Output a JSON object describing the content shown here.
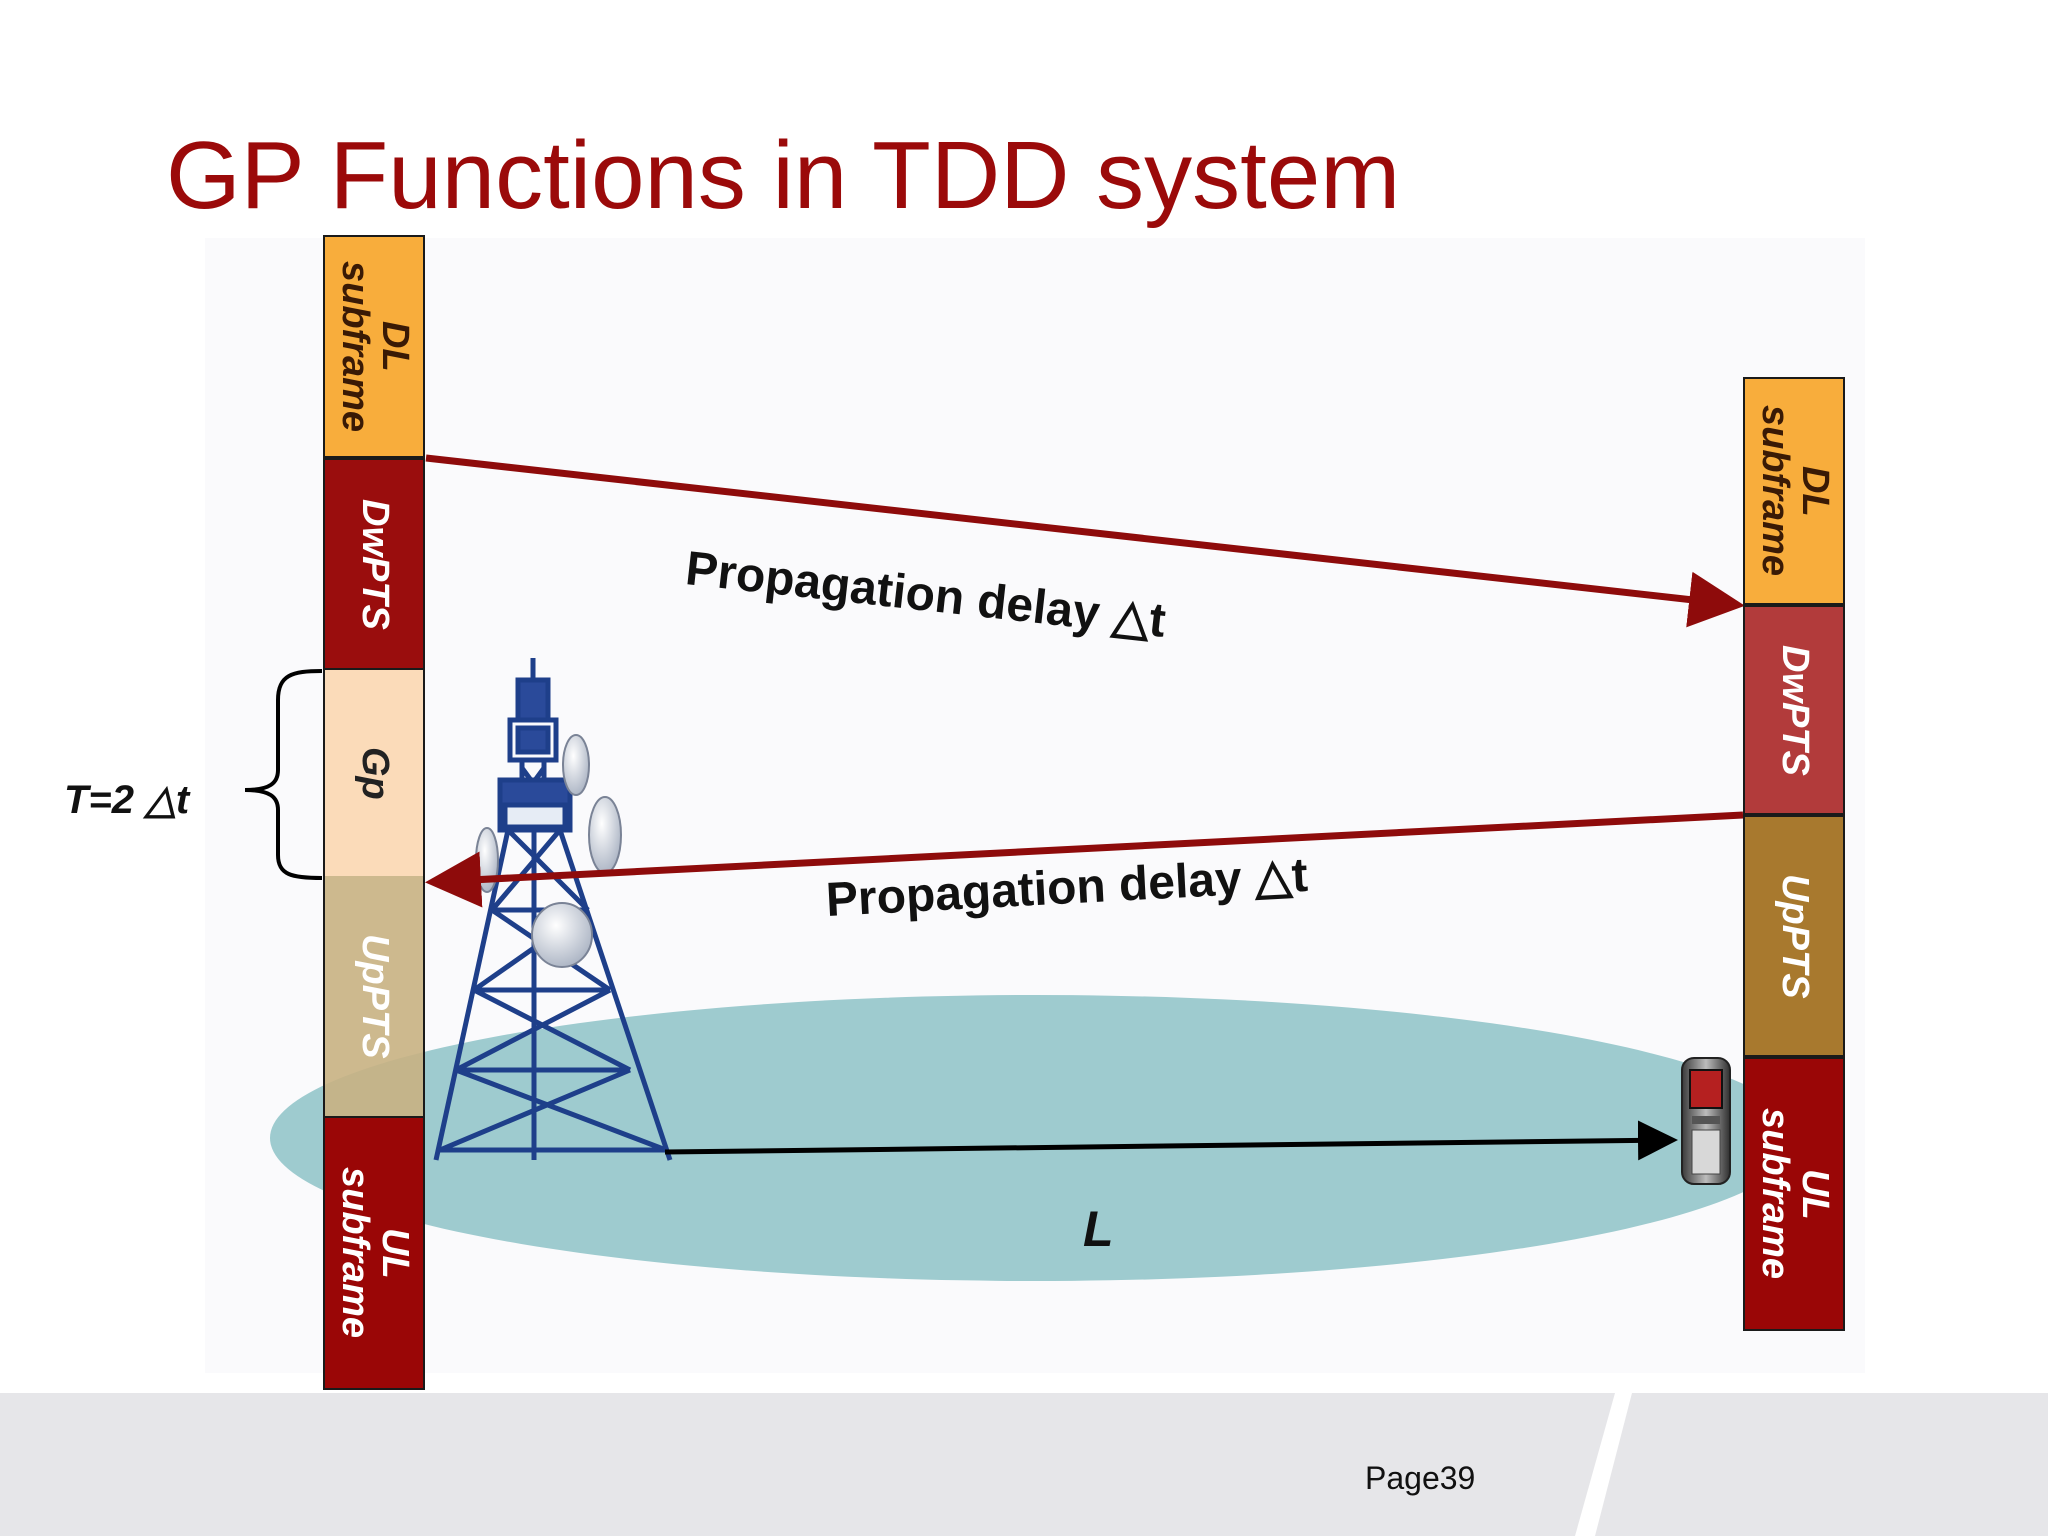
{
  "title": "GP Functions in TDD system",
  "left_frame": {
    "dl": "DL\nsubframe",
    "dwpts": "DwPTS",
    "gp": "Gp",
    "uppts": "UpPTS",
    "ul": "UL\nsubframe"
  },
  "right_frame": {
    "dl": "DL\nsubframe",
    "dwpts": "DwPTS",
    "uppts": "UpPTS",
    "ul": "UL\nsubframe"
  },
  "labels": {
    "downlink_delay": "Propagation delay △t",
    "uplink_delay": "Propagation delay △t",
    "guard_time": "T=2 △t",
    "distance": "L"
  },
  "footer": {
    "page": "Page39"
  },
  "colors": {
    "title": "#9b0a0a",
    "arrow": "#8e0b0b",
    "dl_subframe": "#f8ad3c",
    "dwpts_left": "#9a0d0d",
    "dwpts_right": "#b23b3b",
    "gp": "#fbd7b1",
    "uppts_left": "#c8b182",
    "uppts_right": "#a8792e",
    "ul_subframe": "#9a0606",
    "coverage_area": "#9ecbcf"
  },
  "icons": [
    "base-station-tower-icon",
    "mobile-phone-icon"
  ]
}
